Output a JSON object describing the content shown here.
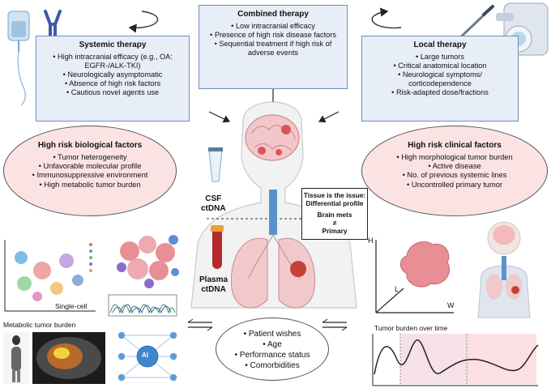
{
  "combined": {
    "title": "Combined therapy",
    "items": [
      "Low intracranial efficacy",
      "Presence of high risk disease factors",
      "Sequential treatment if high risk of adverse events"
    ]
  },
  "systemic": {
    "title": "Systemic therapy",
    "items": [
      "High intracranial efficacy (e.g., OA: EGFR-/ALK-TKI)",
      "Neurologically asymptomatic",
      "Absence of high risk factors",
      "Cautious novel agents use"
    ]
  },
  "local": {
    "title": "Local therapy",
    "items": [
      "Large tumors",
      "Critical anatomical location",
      "Neurological symptoms/ corticodependence",
      "Risk-adapted dose/fractions"
    ]
  },
  "bio": {
    "title": "High risk biological factors",
    "items": [
      "Tumor heterogeneity",
      "Unfavorable molecular profile",
      "Immunosuppressive environment",
      "High metabolic tumor burden"
    ]
  },
  "clinical": {
    "title": "High risk clinical factors",
    "items": [
      "High morphological tumor burden",
      "Active disease",
      "No. of previous systemic lines",
      "Uncontrolled primary tumor"
    ]
  },
  "patient": {
    "items": [
      "Patient wishes",
      "Age",
      "Performance status",
      "Comorbidities"
    ]
  },
  "tissue": {
    "line1": "Tissue is the issue:",
    "line2": "Differential profile",
    "line3": "Brain mets",
    "neq": "≠",
    "line4": "Primary"
  },
  "csf": {
    "line1": "CSF",
    "line2": "ctDNA"
  },
  "plasma": {
    "line1": "Plasma",
    "line2": "ctDNA"
  },
  "singlecell": "Single-cell",
  "metabolic": "Metabolic tumor burden",
  "ai": "AI",
  "axes": {
    "h": "H",
    "l": "L",
    "w": "W"
  },
  "burden_title": "Tumor burden over time",
  "colors": {
    "box_fill": "#e8eef7",
    "box_border": "#6f8fb8",
    "ellipse_fill": "#fbe3e3",
    "tumor": "#e26b6b",
    "vessel": "#2f6fb3"
  }
}
